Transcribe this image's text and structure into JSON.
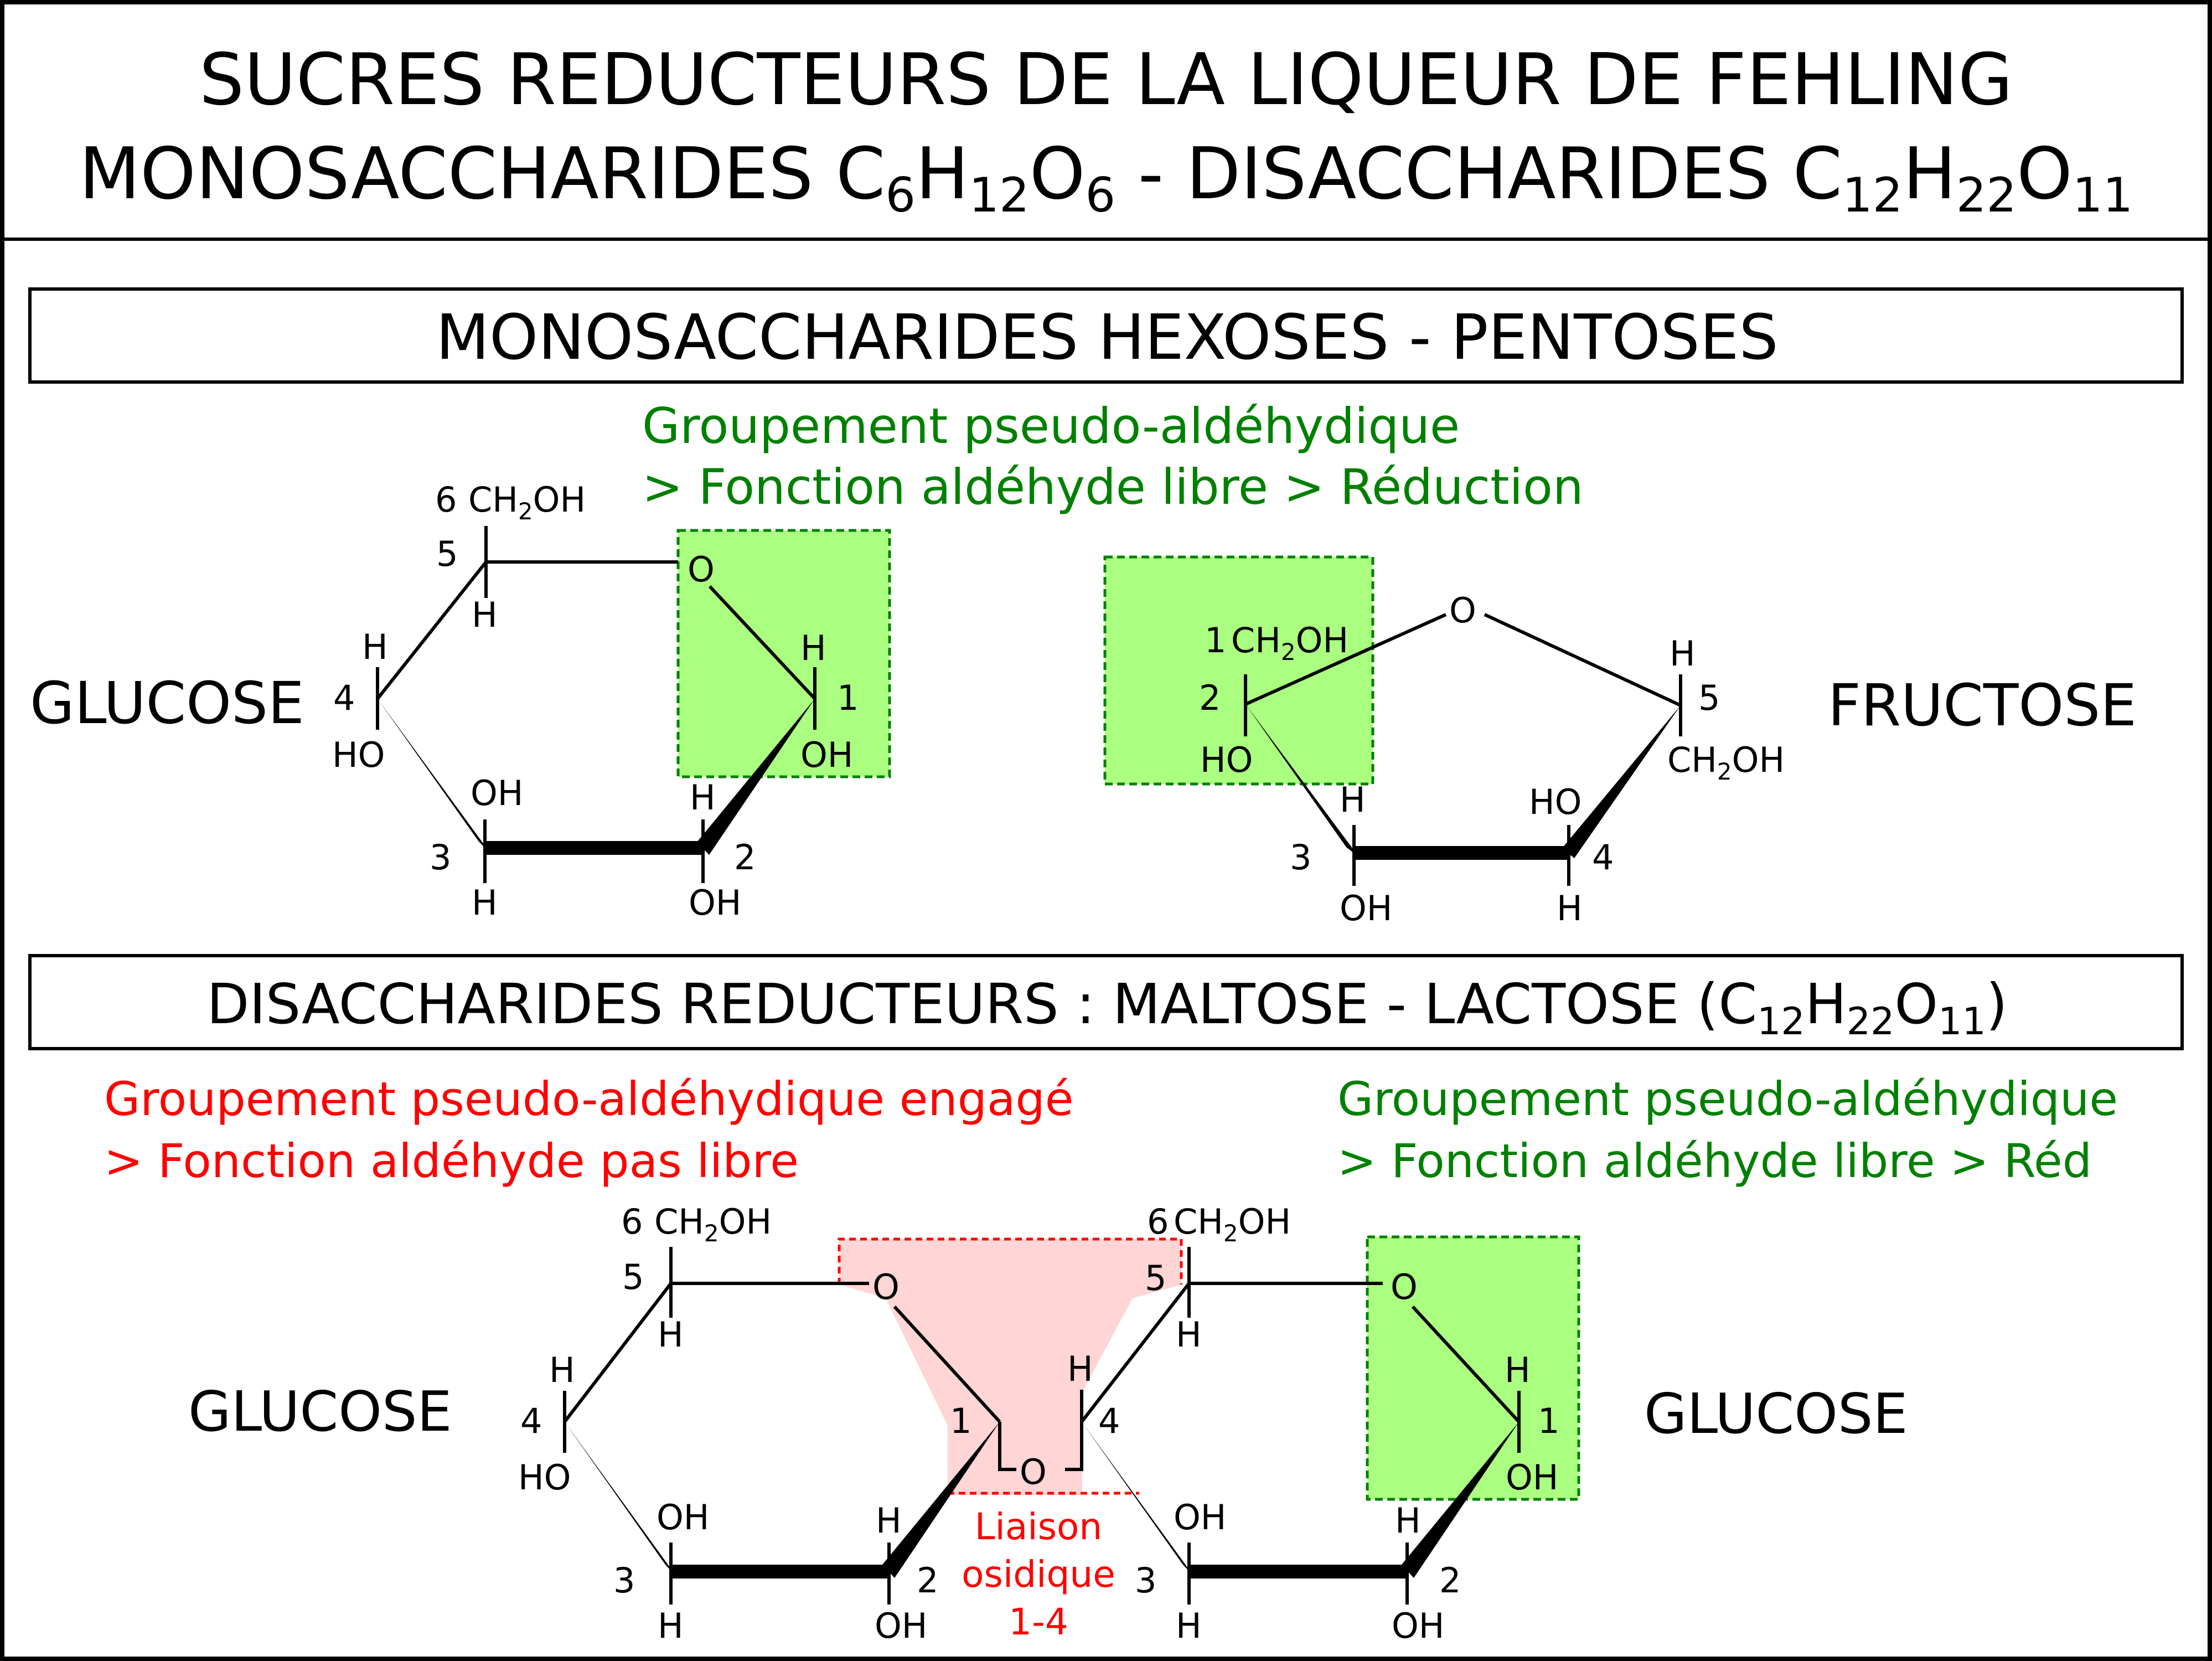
{
  "header": {
    "line1": "SUCRES REDUCTEURS DE LA LIQUEUR DE FEHLING",
    "line2_mono": "MONOSACCHARIDES C",
    "line2_mono_sub1": "6",
    "line2_mono_h": "H",
    "line2_mono_sub2": "12",
    "line2_mono_o": "O",
    "line2_mono_sub3": "6",
    "line2_sep": " - DISACCHARIDES C",
    "line2_di_sub1": "12",
    "line2_di_h": "H",
    "line2_di_sub2": "22",
    "line2_di_o": "O",
    "line2_di_sub3": "11"
  },
  "section_mono": {
    "title": "MONOSACCHARIDES HEXOSES - PENTOSES",
    "note_line1": "Groupement pseudo-aldéhydique",
    "note_line2": "> Fonction aldéhyde libre > Réduction",
    "glucose_label": "GLUCOSE",
    "fructose_label": "FRUCTOSE"
  },
  "section_di": {
    "title_main": "DISACCHARIDES  REDUCTEURS : MALTOSE - LACTOSE (C",
    "title_sub1": "12",
    "title_h": "H",
    "title_sub2": "22",
    "title_o": "O",
    "title_sub3": "11",
    "title_close": ")",
    "note_left_line1": "Groupement pseudo-aldéhydique engagé",
    "note_left_line2": "> Fonction aldéhyde pas libre",
    "note_right_line1": "Groupement pseudo-aldéhydique",
    "note_right_line2": "> Fonction aldéhyde libre > Réd",
    "glucose_left_label": "GLUCOSE",
    "glucose_right_label": "GLUCOSE",
    "bond_line1": "Liaison",
    "bond_line2": "osidique",
    "bond_line3": "1-4"
  },
  "atoms": {
    "o": "O",
    "h": "H",
    "oh": "OH",
    "ho": "HO",
    "ch2oh_ch": "CH",
    "ch2oh_sub": "2",
    "ch2oh_oh": "OH",
    "n1": "1",
    "n2": "2",
    "n3": "3",
    "n4": "4",
    "n5": "5",
    "n6": "6"
  },
  "colors": {
    "green_text": "#008000",
    "red_text": "#ff0000",
    "green_fill": "#aaff80",
    "green_border": "#008000",
    "red_fill": "#ffd5d5",
    "red_border": "#ff0000"
  }
}
